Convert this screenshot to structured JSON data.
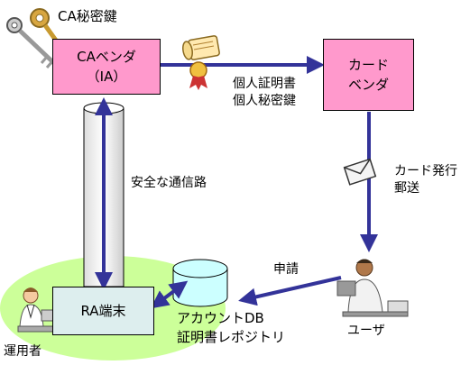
{
  "nodes": {
    "ca_key_label": "CA秘密鍵",
    "ca_vendor": {
      "line1": "CAベンダ",
      "line2": "（IA）"
    },
    "card_vendor": {
      "line1": "カード",
      "line2": "ベンダ"
    },
    "ra_terminal": "RA端末",
    "account_db": {
      "line1": "アカウントDB",
      "line2": "証明書レポジトリ"
    },
    "user": "ユーザ",
    "operator": "運用者"
  },
  "edges": {
    "secure_channel": "安全な通信路",
    "cert_delivery": {
      "line1": "個人証明書",
      "line2": "個人秘密鍵"
    },
    "card_mail": {
      "line1": "カード発行",
      "line2": "郵送"
    },
    "application": "申請"
  },
  "colors": {
    "box_pink": "#ff99cc",
    "arrow_blue": "#333399",
    "ellipse_green": "#ccff99",
    "db_cyan": "#ccffff",
    "ra_box": "#ddeeee"
  }
}
